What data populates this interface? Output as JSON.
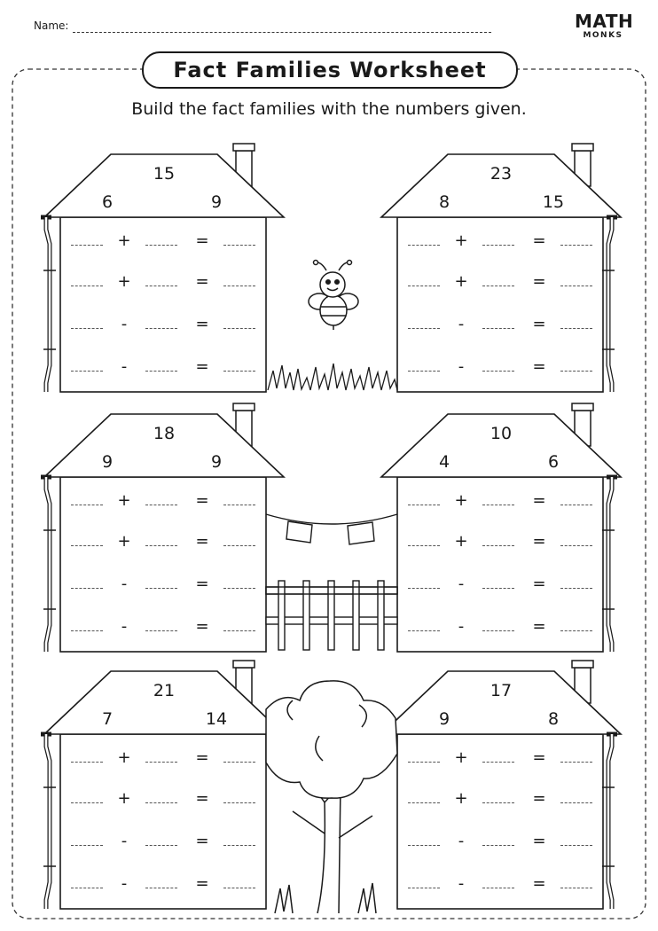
{
  "header": {
    "name_label": "Name:",
    "logo_top": "MATH",
    "logo_bottom": "MONKS"
  },
  "title": "Fact Families Worksheet",
  "instructions": "Build the fact families with the numbers given.",
  "houses": [
    {
      "total": "15",
      "left": "6",
      "right": "9",
      "rows": [
        {
          "op": "+",
          "eq": "="
        },
        {
          "op": "+",
          "eq": "="
        },
        {
          "op": "-",
          "eq": "="
        },
        {
          "op": "-",
          "eq": "="
        }
      ]
    },
    {
      "total": "23",
      "left": "8",
      "right": "15",
      "rows": [
        {
          "op": "+",
          "eq": "="
        },
        {
          "op": "+",
          "eq": "="
        },
        {
          "op": "-",
          "eq": "="
        },
        {
          "op": "-",
          "eq": "="
        }
      ]
    },
    {
      "total": "18",
      "left": "9",
      "right": "9",
      "rows": [
        {
          "op": "+",
          "eq": "="
        },
        {
          "op": "+",
          "eq": "="
        },
        {
          "op": "-",
          "eq": "="
        },
        {
          "op": "-",
          "eq": "="
        }
      ]
    },
    {
      "total": "10",
      "left": "4",
      "right": "6",
      "rows": [
        {
          "op": "+",
          "eq": "="
        },
        {
          "op": "+",
          "eq": "="
        },
        {
          "op": "-",
          "eq": "="
        },
        {
          "op": "-",
          "eq": "="
        }
      ]
    },
    {
      "total": "21",
      "left": "7",
      "right": "14",
      "rows": [
        {
          "op": "+",
          "eq": "="
        },
        {
          "op": "+",
          "eq": "="
        },
        {
          "op": "-",
          "eq": "="
        },
        {
          "op": "-",
          "eq": "="
        }
      ]
    },
    {
      "total": "17",
      "left": "9",
      "right": "8",
      "rows": [
        {
          "op": "+",
          "eq": "="
        },
        {
          "op": "+",
          "eq": "="
        },
        {
          "op": "-",
          "eq": "="
        },
        {
          "op": "-",
          "eq": "="
        }
      ]
    }
  ],
  "decorations": [
    "bee-icon",
    "grass-icon",
    "clothesline-icon",
    "fence-icon",
    "tree-icon"
  ]
}
